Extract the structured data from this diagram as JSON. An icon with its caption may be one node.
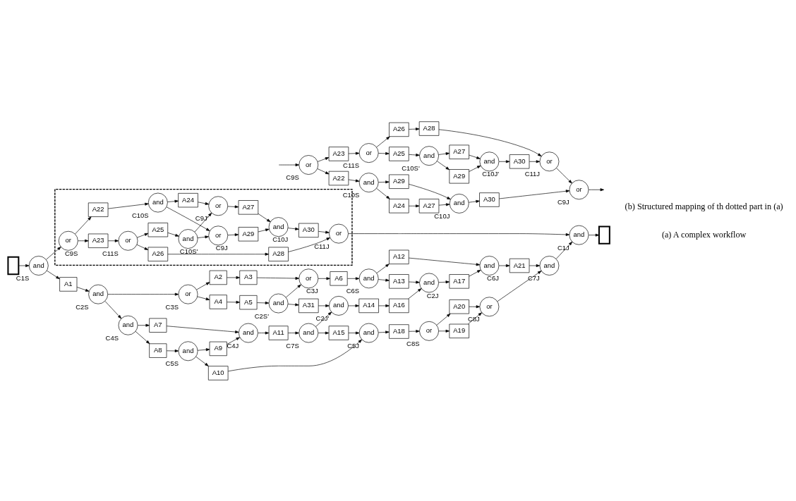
{
  "diagram": {
    "nodes": [
      {
        "text": [],
        "shape": "box"
      },
      {
        "text": [
          "and"
        ],
        "beside": [
          "C1S"
        ]
      },
      {
        "text": [
          "A1"
        ]
      },
      {
        "text": [
          "and"
        ],
        "beside": [
          "C2S"
        ]
      },
      {
        "text": [
          "or"
        ],
        "beside": [
          "C3S"
        ]
      },
      {
        "text": [
          "A4"
        ]
      },
      {
        "text": [
          "A2"
        ]
      },
      {
        "text": [
          "A5"
        ]
      },
      {
        "text": [
          "A3"
        ]
      },
      {
        "text": [
          "or"
        ],
        "beside": [
          "C3J"
        ]
      },
      {
        "text": [
          "and"
        ],
        "beside": [
          "C2S'"
        ]
      },
      {
        "text": [
          "A6"
        ]
      },
      {
        "text": [
          "A31"
        ]
      },
      {
        "text": [
          "and"
        ],
        "beside": [
          "C4S"
        ]
      },
      {
        "text": [
          "A7"
        ]
      },
      {
        "text": [
          "A8"
        ]
      },
      {
        "text": [
          "and"
        ],
        "beside": [
          "C5S"
        ]
      },
      {
        "text": [
          "A9"
        ]
      },
      {
        "text": [
          "and"
        ],
        "beside": [
          "C4J"
        ]
      },
      {
        "text": [
          "A10"
        ]
      },
      {
        "text": [
          "A11"
        ]
      },
      {
        "text": [
          "and"
        ],
        "beside": [
          "C5J"
        ]
      },
      {
        "text": [
          "and"
        ],
        "beside": [
          "C2J'"
        ]
      },
      {
        "text": [
          "and"
        ],
        "beside": [
          "C7S"
        ]
      },
      {
        "text": [
          "A15"
        ]
      },
      {
        "text": [
          "A18"
        ]
      },
      {
        "text": [
          "and"
        ],
        "beside": [
          "C6S"
        ]
      },
      {
        "text": [
          "A12"
        ]
      },
      {
        "text": [
          "A13"
        ]
      },
      {
        "text": [
          "A14"
        ]
      },
      {
        "text": [
          "or"
        ],
        "beside": [
          "C8S"
        ]
      },
      {
        "text": [
          "A19"
        ]
      },
      {
        "text": [
          "A16"
        ]
      },
      {
        "text": [
          "and"
        ],
        "beside": [
          "C2J"
        ]
      },
      {
        "text": [
          "and"
        ],
        "beside": [
          "C6J"
        ]
      },
      {
        "text": [
          "A17"
        ]
      },
      {
        "text": [
          "or"
        ],
        "beside": [
          "C8J"
        ]
      },
      {
        "text": [
          "A20"
        ]
      },
      {
        "text": [
          "A21"
        ]
      },
      {
        "text": [
          "and"
        ],
        "beside": [
          "C7J"
        ]
      },
      {
        "text": [
          "and"
        ],
        "beside": [
          "C1J"
        ]
      },
      {
        "text": [],
        "shape": "box"
      },
      {
        "text": [],
        "shape": "box"
      },
      {
        "text": [
          "or"
        ],
        "beside": [
          "C9S"
        ],
        "in": 42
      },
      {
        "text": [
          "A22"
        ],
        "in": 42
      },
      {
        "text": [
          "A23"
        ],
        "in": 42
      },
      {
        "text": [
          "and"
        ],
        "beside": [
          "C10S"
        ],
        "in": 42
      },
      {
        "text": [
          "or"
        ],
        "beside": [
          "C11S"
        ],
        "in": 42
      },
      {
        "text": [
          "A24"
        ],
        "in": 42
      },
      {
        "text": [
          "A25"
        ],
        "in": 42
      },
      {
        "text": [
          "or"
        ],
        "beside": [
          "C9J'"
        ],
        "in": 42
      },
      {
        "text": [
          "and"
        ],
        "beside": [
          "C10S'"
        ],
        "in": 42
      },
      {
        "text": [
          "A26"
        ],
        "in": 42
      },
      {
        "text": [
          "or"
        ],
        "beside": [
          "C9J"
        ],
        "in": 42
      },
      {
        "text": [
          "A27"
        ],
        "in": 42
      },
      {
        "text": [
          "A28"
        ],
        "in": 42
      },
      {
        "text": [
          "and"
        ],
        "beside": [
          "C10J"
        ],
        "in": 42
      },
      {
        "text": [
          "A29"
        ],
        "in": 42
      },
      {
        "text": [
          "A30"
        ],
        "in": 42
      },
      {
        "text": [
          "or"
        ],
        "beside": [
          "C11J"
        ],
        "in": 42
      },
      {
        "text": [
          "or"
        ],
        "beside": [
          "C9S"
        ]
      },
      {
        "text": [
          "A22"
        ]
      },
      {
        "text": [
          "A23"
        ]
      },
      {
        "text": [
          "and"
        ],
        "beside": [
          "C10S"
        ]
      },
      {
        "text": [
          "or"
        ],
        "beside": [
          "C11S"
        ]
      },
      {
        "text": [
          "A24"
        ]
      },
      {
        "text": [
          "A29"
        ]
      },
      {
        "text": [
          "A25"
        ]
      },
      {
        "text": [
          "and"
        ],
        "beside": [
          "C10S'"
        ]
      },
      {
        "text": [
          "A26"
        ]
      },
      {
        "text": [
          "A27"
        ]
      },
      {
        "text": [
          "A27"
        ]
      },
      {
        "text": [
          "A29"
        ]
      },
      {
        "text": [
          "and"
        ],
        "beside": [
          "C10J"
        ]
      },
      {
        "text": [
          "and"
        ],
        "beside": [
          "C10J'"
        ]
      },
      {
        "text": [
          "A28"
        ]
      },
      {
        "text": [
          "A30"
        ]
      },
      {
        "text": [
          "A30"
        ]
      },
      {
        "text": [
          "or"
        ],
        "beside": [
          "C11J"
        ]
      },
      {
        "text": [
          "or"
        ],
        "beside": [
          "C9J"
        ]
      }
    ],
    "edges": [
      {
        "from": 0,
        "to": 1,
        "arrow": "to"
      },
      {
        "from": 1,
        "to": 2,
        "arrow": "to"
      },
      {
        "from": 2,
        "to": 3,
        "arrow": "to"
      },
      {
        "from": 1,
        "to": 43,
        "arrow": "to"
      },
      {
        "from": 3,
        "to": 4,
        "arrow": "to"
      },
      {
        "from": 3,
        "to": 13,
        "arrow": "to"
      },
      {
        "from": 4,
        "to": 6,
        "arrow": "to"
      },
      {
        "from": 4,
        "to": 5,
        "arrow": "to"
      },
      {
        "from": 6,
        "to": 8,
        "arrow": "to"
      },
      {
        "from": 5,
        "to": 7,
        "arrow": "to"
      },
      {
        "from": 8,
        "to": 9,
        "arrow": "to"
      },
      {
        "from": 7,
        "to": 10,
        "arrow": "to"
      },
      {
        "from": 10,
        "to": 9,
        "arrow": "to"
      },
      {
        "from": 10,
        "to": 12,
        "arrow": "to"
      },
      {
        "from": 9,
        "to": 11,
        "arrow": "to"
      },
      {
        "from": 11,
        "to": 26,
        "arrow": "to"
      },
      {
        "from": 26,
        "to": 27,
        "arrow": "to"
      },
      {
        "from": 26,
        "to": 28,
        "arrow": "to"
      },
      {
        "from": 13,
        "to": 15,
        "arrow": "to"
      },
      {
        "from": 13,
        "to": 14,
        "arrow": "to"
      },
      {
        "from": 15,
        "to": 16,
        "arrow": "to"
      },
      {
        "from": 16,
        "to": 17,
        "arrow": "to"
      },
      {
        "from": 16,
        "to": 19,
        "arrow": "to"
      },
      {
        "from": 14,
        "to": 18,
        "arrow": "to"
      },
      {
        "from": 17,
        "to": 18,
        "arrow": "to"
      },
      {
        "from": 18,
        "to": 20,
        "arrow": "to"
      },
      {
        "from": 19,
        "to": 21,
        "arrow": "to"
      },
      {
        "from": 20,
        "to": 23,
        "arrow": "to"
      },
      {
        "from": 12,
        "to": 22,
        "arrow": "to"
      },
      {
        "from": 23,
        "to": 22,
        "arrow": "to"
      },
      {
        "from": 23,
        "to": 24,
        "arrow": "to"
      },
      {
        "from": 24,
        "to": 21,
        "arrow": "to"
      },
      {
        "from": 21,
        "to": 25,
        "arrow": "to"
      },
      {
        "from": 22,
        "to": 29,
        "arrow": "to"
      },
      {
        "from": 25,
        "to": 30,
        "arrow": "to"
      },
      {
        "from": 30,
        "to": 31,
        "arrow": "to"
      },
      {
        "from": 30,
        "to": 37,
        "arrow": "to"
      },
      {
        "from": 29,
        "to": 32,
        "arrow": "to"
      },
      {
        "from": 32,
        "to": 33,
        "arrow": "to"
      },
      {
        "from": 28,
        "to": 33,
        "arrow": "to"
      },
      {
        "from": 33,
        "to": 35,
        "arrow": "to"
      },
      {
        "from": 35,
        "to": 34,
        "arrow": "to"
      },
      {
        "from": 27,
        "to": 34,
        "arrow": "to"
      },
      {
        "from": 31,
        "to": 36,
        "arrow": "to"
      },
      {
        "from": 37,
        "to": 36,
        "arrow": "to"
      },
      {
        "from": 34,
        "to": 38,
        "arrow": "to"
      },
      {
        "from": 36,
        "to": 39,
        "arrow": "to"
      },
      {
        "from": 38,
        "to": 39,
        "arrow": "to"
      },
      {
        "from": 39,
        "to": 40,
        "arrow": "to"
      },
      {
        "from": 59,
        "to": 40,
        "arrow": "to"
      },
      {
        "from": 40,
        "to": 41,
        "arrow": "to"
      },
      {
        "from": 43,
        "to": 44,
        "arrow": "to"
      },
      {
        "from": 43,
        "to": 45,
        "arrow": "to"
      },
      {
        "from": 44,
        "to": 46,
        "arrow": "to"
      },
      {
        "from": 45,
        "to": 47,
        "arrow": "to"
      },
      {
        "from": 46,
        "to": 48,
        "arrow": "to"
      },
      {
        "from": 46,
        "to": 53,
        "arrow": "to"
      },
      {
        "from": 47,
        "to": 49,
        "arrow": "to"
      },
      {
        "from": 47,
        "to": 52,
        "arrow": "to"
      },
      {
        "from": 48,
        "to": 50,
        "arrow": "to"
      },
      {
        "from": 49,
        "to": 51,
        "arrow": "to"
      },
      {
        "from": 51,
        "to": 50,
        "arrow": "to"
      },
      {
        "from": 51,
        "to": 53,
        "arrow": "to"
      },
      {
        "from": 50,
        "to": 54,
        "arrow": "to"
      },
      {
        "from": 53,
        "to": 57,
        "arrow": "to"
      },
      {
        "from": 52,
        "to": 55,
        "arrow": "to"
      },
      {
        "from": 54,
        "to": 56,
        "arrow": "to"
      },
      {
        "from": 57,
        "to": 56,
        "arrow": "to"
      },
      {
        "from": 56,
        "to": 58,
        "arrow": "to"
      },
      {
        "from": 58,
        "to": 59,
        "arrow": "to"
      },
      {
        "from": 55,
        "to": 59,
        "arrow": "to"
      },
      {
        "from": null,
        "to": 60,
        "arrow": "to"
      },
      {
        "from": 60,
        "to": 61,
        "arrow": "to"
      },
      {
        "from": 60,
        "to": 62,
        "arrow": "to"
      },
      {
        "from": 61,
        "to": 63,
        "arrow": "to"
      },
      {
        "from": 62,
        "to": 64,
        "arrow": "to"
      },
      {
        "from": 63,
        "to": 65,
        "arrow": "to"
      },
      {
        "from": 63,
        "to": 66,
        "arrow": "to"
      },
      {
        "from": 64,
        "to": 67,
        "arrow": "to"
      },
      {
        "from": 64,
        "to": 69,
        "arrow": "to"
      },
      {
        "from": 65,
        "to": 70,
        "arrow": "to"
      },
      {
        "from": 67,
        "to": 68,
        "arrow": "to"
      },
      {
        "from": 68,
        "to": 71,
        "arrow": "to"
      },
      {
        "from": 68,
        "to": 72,
        "arrow": "to"
      },
      {
        "from": 70,
        "to": 73,
        "arrow": "to"
      },
      {
        "from": 66,
        "to": 73,
        "arrow": "to"
      },
      {
        "from": 71,
        "to": 74,
        "arrow": "to"
      },
      {
        "from": 72,
        "to": 74,
        "arrow": "to"
      },
      {
        "from": 73,
        "to": 76,
        "arrow": "to"
      },
      {
        "from": 74,
        "to": 77,
        "arrow": "to"
      },
      {
        "from": 69,
        "to": 75,
        "arrow": "to"
      },
      {
        "from": 77,
        "to": 78,
        "arrow": "to"
      },
      {
        "from": 75,
        "to": 78,
        "arrow": "to"
      },
      {
        "from": 76,
        "to": 79,
        "arrow": "to"
      },
      {
        "from": 78,
        "to": 79,
        "arrow": "to"
      },
      {
        "from": 79,
        "to": null,
        "arrow": "to"
      }
    ],
    "labels": [
      "(a) A complex workflow",
      "(b) Structured mapping of th dotted part in (a)"
    ]
  }
}
